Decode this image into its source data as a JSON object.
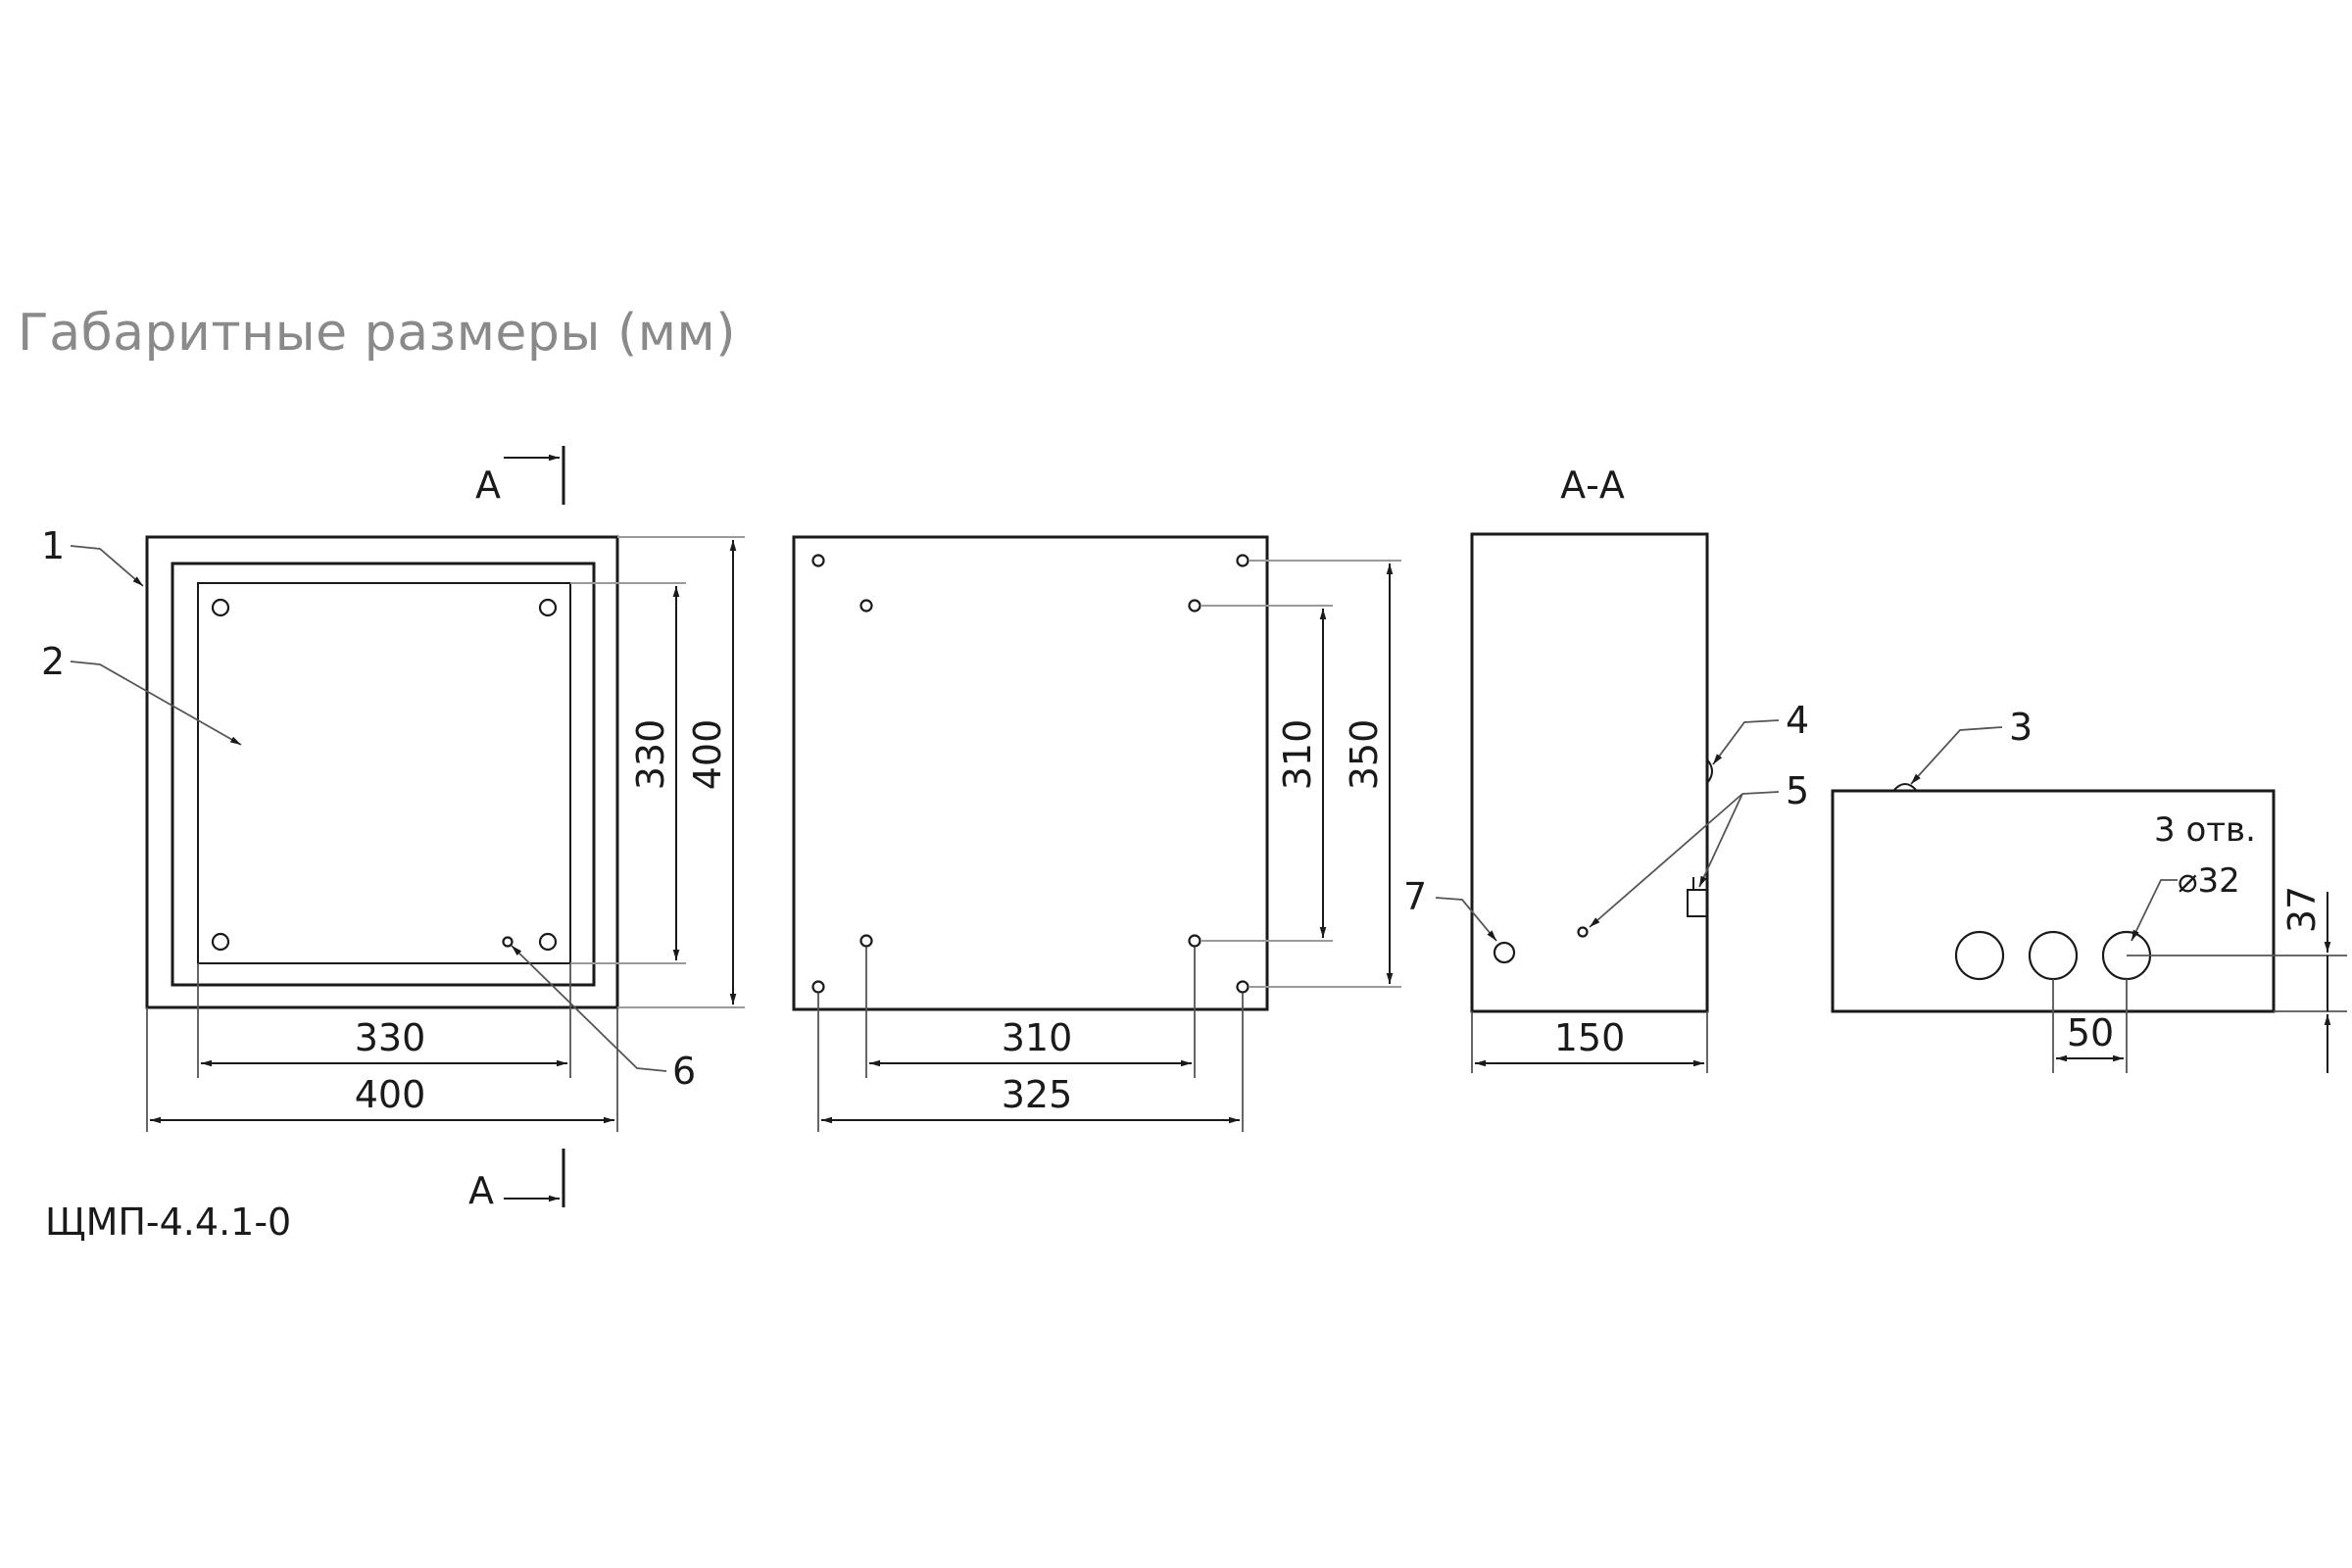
{
  "title": "Габаритные размеры (мм)",
  "model": "ЩМП-4.4.1-0",
  "section_label": "А",
  "section_view_label": "А-А",
  "front_view": {
    "inner_width": "330",
    "outer_width": "400",
    "inner_height": "330",
    "outer_height": "400",
    "callout_1": "1",
    "callout_2": "2",
    "callout_6": "6"
  },
  "rear_view": {
    "inner_width": "310",
    "outer_width": "325",
    "inner_height": "310",
    "outer_height": "350"
  },
  "side_view": {
    "depth": "150",
    "callout_4": "4",
    "callout_5": "5",
    "callout_7": "7"
  },
  "bottom_view": {
    "callout_3": "3",
    "holes_note": "3 отв.",
    "hole_diameter": "⌀32",
    "hole_spacing": "50",
    "hole_offset": "37"
  }
}
